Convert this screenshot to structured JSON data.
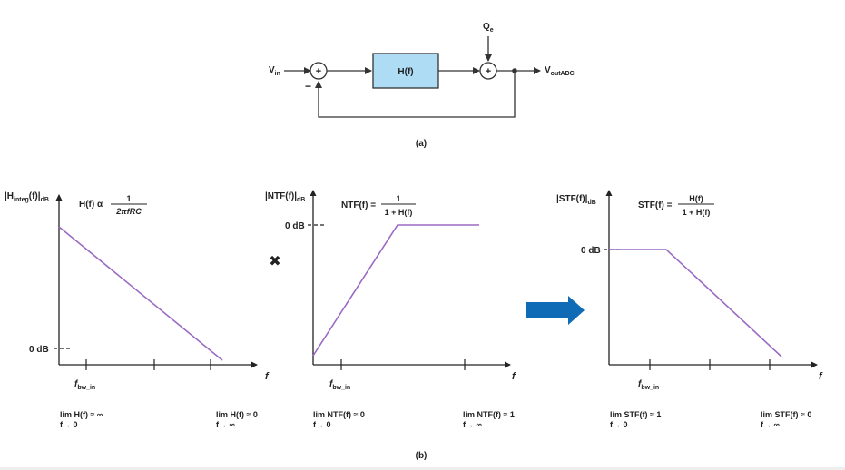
{
  "block_diagram": {
    "vin": "V",
    "vin_sub": "in",
    "sum1_sign": "+",
    "feedback_sign": "−",
    "block": "H(f)",
    "sum2_sign": "+",
    "qe": "Q",
    "qe_sub": "e",
    "vout": "V",
    "vout_sub": "outADC",
    "caption": "(a)"
  },
  "caption_b": "(b)",
  "plot1": {
    "ylabel_pre": "|H",
    "ylabel_sub": "integ",
    "ylabel_post": "(f)|",
    "ylabel_post_sub": "dB",
    "eq_lhs": "H(f) α",
    "eq_num": "1",
    "eq_den": "2πfRC",
    "zero_db": "0 dB",
    "xlabel": "f",
    "tick_label": "f",
    "tick_label_sub": "bw_in",
    "lim1_text": "lim H(f) ≈ ∞",
    "lim1_arrow": "f→ 0",
    "lim2_text": "lim H(f) ≈ 0",
    "lim2_arrow": "f→ ∞"
  },
  "multiply_symbol": "✖",
  "multiply_color": "#1a73b8",
  "plot2": {
    "ylabel": "|NTF(f)|",
    "ylabel_sub": "dB",
    "eq_lhs": "NTF(f) =",
    "eq_num": "1",
    "eq_den": "1 + H(f)",
    "zero_db": "0 dB",
    "xlabel": "f",
    "tick_label": "f",
    "tick_label_sub": "bw_in",
    "lim1_text": "lim NTF(f) ≈ 0",
    "lim1_arrow": "f→ 0",
    "lim2_text": "lim NTF(f) ≈ 1",
    "lim2_arrow": "f→ ∞"
  },
  "result_arrow_color": "#0f6bb5",
  "plot3": {
    "ylabel": "|STF(f)|",
    "ylabel_sub": "dB",
    "eq_lhs": "STF(f) =",
    "eq_num": "H(f)",
    "eq_den": "1 + H(f)",
    "zero_db": "0 dB",
    "xlabel": "f",
    "tick_label": "f",
    "tick_label_sub": "bw_in",
    "lim1_text": "lim STF(f) ≈ 1",
    "lim1_arrow": "f→ 0",
    "lim2_text": "lim STF(f) ≈ 0",
    "lim2_arrow": "f→ ∞"
  },
  "colors": {
    "block_fill": "#aedcf5",
    "curve": "#9b6bc4",
    "line": "#333333"
  }
}
